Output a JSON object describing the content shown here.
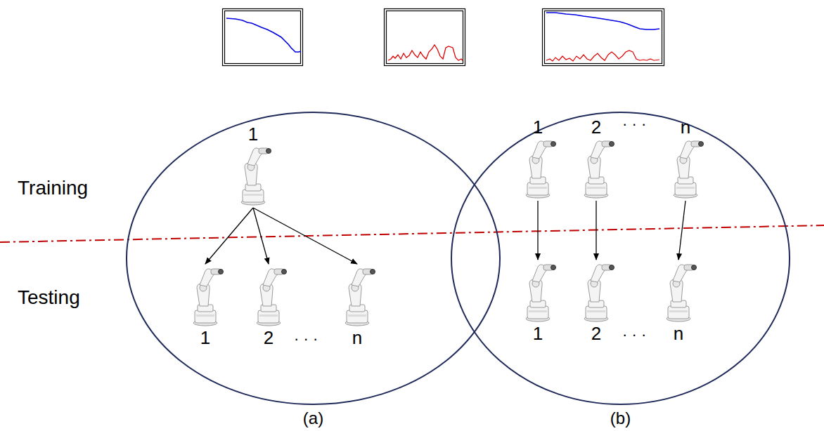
{
  "diagram": {
    "nodes": [
      {
        "text": [
          "(a)"
        ]
      },
      {
        "text": [
          "1"
        ],
        "in": 0
      },
      {
        "text": [
          "1"
        ],
        "in": 0
      },
      {
        "text": [
          "2"
        ],
        "in": 0
      },
      {
        "text": [
          "n"
        ],
        "in": 0
      },
      {
        "text": [
          "(b)"
        ]
      },
      {
        "text": [
          "1"
        ],
        "in": 5
      },
      {
        "text": [
          "2"
        ],
        "in": 5
      },
      {
        "text": [
          "n"
        ],
        "in": 5
      },
      {
        "text": [
          "1"
        ],
        "in": 5
      },
      {
        "text": [
          "2"
        ],
        "in": 5
      },
      {
        "text": [
          "n"
        ],
        "in": 5
      }
    ],
    "edges": [
      {
        "from": 1,
        "to": 2,
        "arrow": "to"
      },
      {
        "from": 1,
        "to": 3,
        "arrow": "to"
      },
      {
        "from": 1,
        "to": 4,
        "arrow": "to"
      },
      {
        "from": 6,
        "to": 9,
        "arrow": "to"
      },
      {
        "from": 7,
        "to": 10,
        "arrow": "to"
      },
      {
        "from": 8,
        "to": 11,
        "arrow": "to"
      }
    ],
    "labels": [
      "Training",
      "Testing",
      "· · ·",
      "· · ·",
      "· · ·"
    ]
  }
}
